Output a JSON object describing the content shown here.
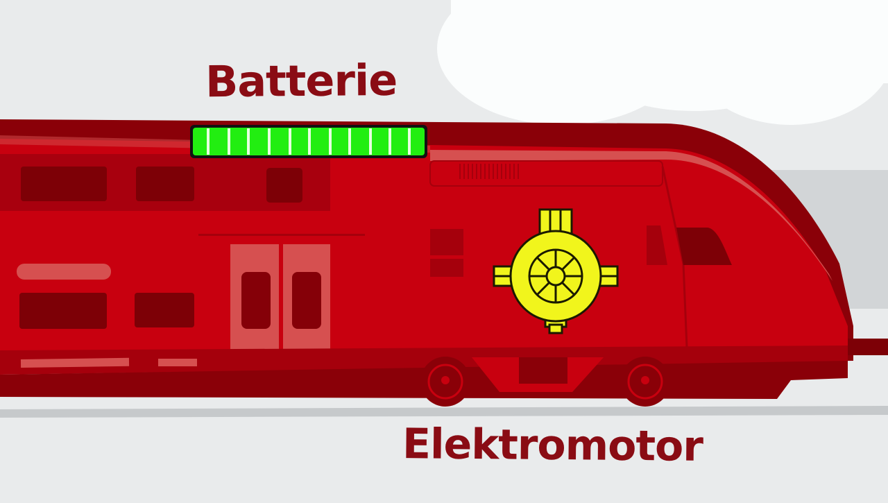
{
  "labels": {
    "battery": "Batterie",
    "motor": "Elektromotor"
  },
  "battery_gauge": {
    "segments": 12,
    "fill_color": "#22ee11",
    "divider_color": "#e8ffe0",
    "level_percent": 100
  },
  "colors": {
    "background": "#e9ebec",
    "cloud": "#fbfdfd",
    "train_body": "#c8000f",
    "train_dark": "#7d0006",
    "train_mid": "#a5000c",
    "train_highlight": "#d65050",
    "label_text": "#8a0c14",
    "motor_icon": "#f1f51c"
  },
  "icons": {
    "battery": "battery-gauge-icon",
    "motor": "electric-motor-icon"
  }
}
